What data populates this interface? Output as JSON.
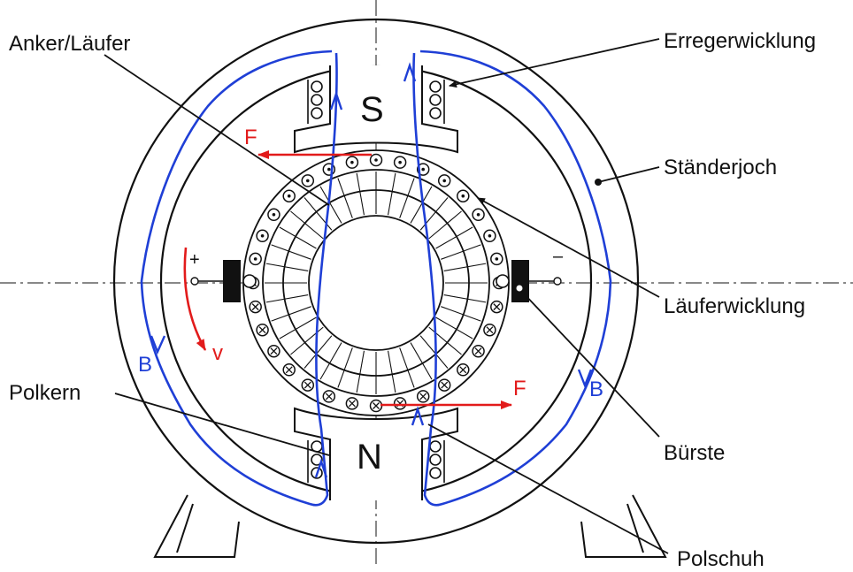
{
  "labels": {
    "anker": "Anker/Läufer",
    "erreger": "Erregerwicklung",
    "staenderjoch": "Ständerjoch",
    "laeuferwicklung": "Läuferwicklung",
    "polkern": "Polkern",
    "buerste": "Bürste",
    "polschuh": "Polschuh"
  },
  "poles": {
    "south": "S",
    "north": "N"
  },
  "symbols": {
    "force_top": "F",
    "force_bottom": "F",
    "velocity": "v",
    "field_left": "B",
    "field_right": "B",
    "plus": "+",
    "minus": "–"
  },
  "colors": {
    "line": "#111111",
    "field_lines": "#1f3fd6",
    "force_velocity": "#e21b1b",
    "background": "#ffffff"
  }
}
